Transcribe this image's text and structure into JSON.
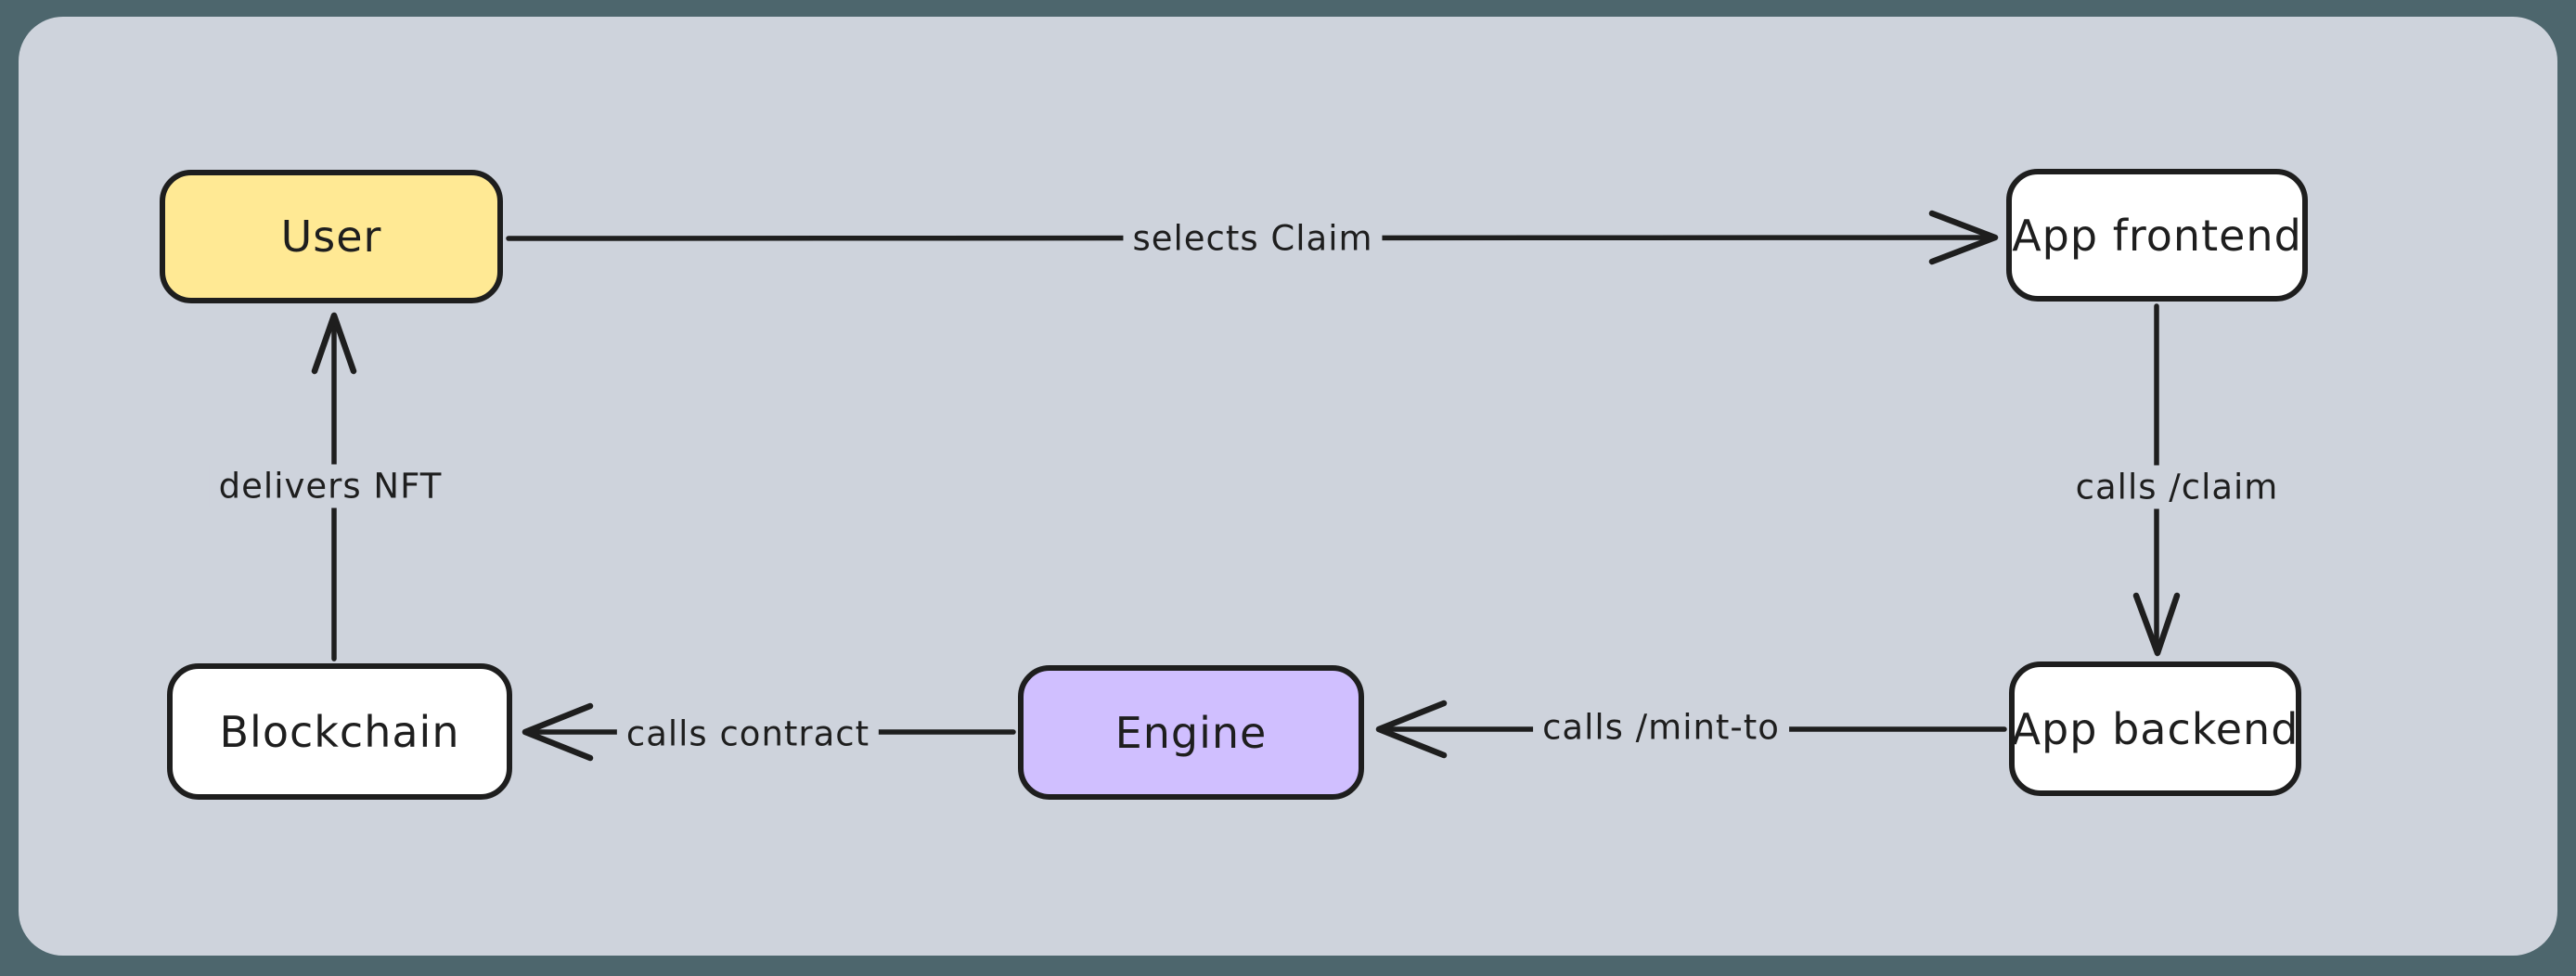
{
  "colors": {
    "outer_background": "#4d666d",
    "panel_background": "#ced3dc",
    "stroke": "#1e1e1e",
    "node_yellow": "#ffe994",
    "node_violet": "#d0bfff",
    "node_white": "#ffffff"
  },
  "nodes": [
    {
      "id": "user",
      "label": "User",
      "fill": "#ffe994"
    },
    {
      "id": "app-frontend",
      "label": "App frontend",
      "fill": "#ffffff"
    },
    {
      "id": "app-backend",
      "label": "App backend",
      "fill": "#ffffff"
    },
    {
      "id": "engine",
      "label": "Engine",
      "fill": "#d0bfff"
    },
    {
      "id": "blockchain",
      "label": "Blockchain",
      "fill": "#ffffff"
    }
  ],
  "edges": [
    {
      "from": "user",
      "to": "app-frontend",
      "label": "selects Claim",
      "direction": "right"
    },
    {
      "from": "app-frontend",
      "to": "app-backend",
      "label": "calls /claim",
      "direction": "down"
    },
    {
      "from": "app-backend",
      "to": "engine",
      "label": "calls /mint-to",
      "direction": "left"
    },
    {
      "from": "engine",
      "to": "blockchain",
      "label": "calls contract",
      "direction": "left"
    },
    {
      "from": "blockchain",
      "to": "user",
      "label": "delivers NFT",
      "direction": "up"
    }
  ]
}
